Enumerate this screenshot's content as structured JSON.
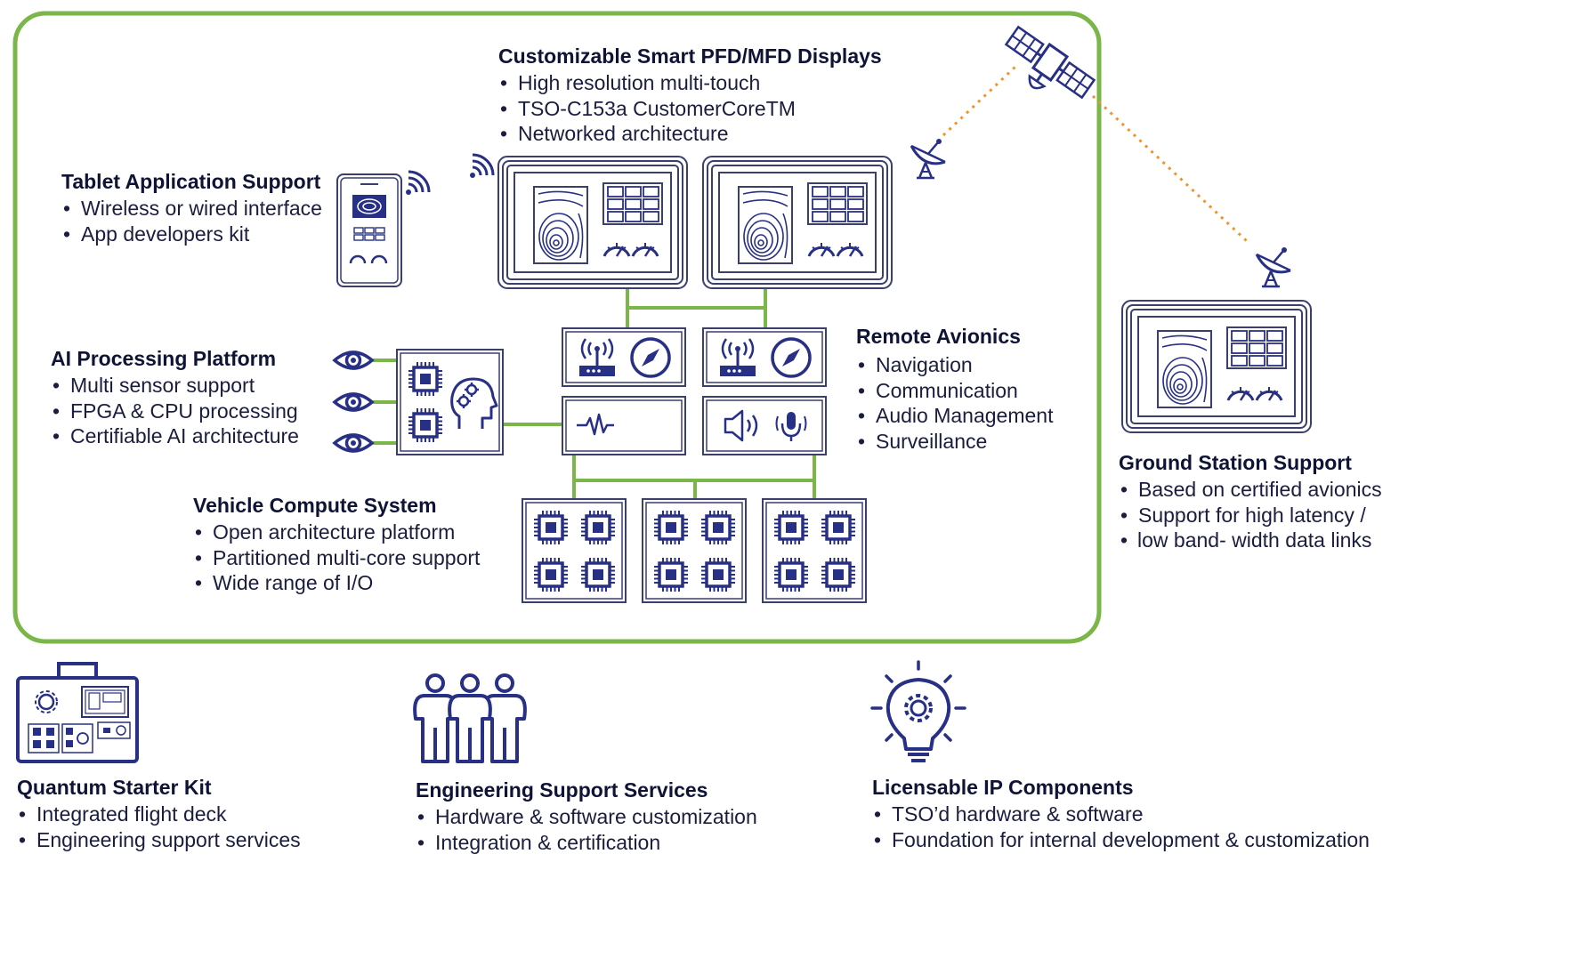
{
  "colors": {
    "navy": "#283085",
    "green": "#7ab648",
    "orange": "#f0932b",
    "frame": "#3a3f6e"
  },
  "icons": {
    "tablet": "tablet-icon",
    "wifi": "wireless-signal-icon",
    "eye": "eye-sensor-icon",
    "chip": "processor-chip-icon",
    "ai_head": "ai-head-gears-icon",
    "router": "router-antenna-icon",
    "compass": "compass-icon",
    "waveform": "signal-waveform-icon",
    "speaker": "speaker-icon",
    "microphone": "microphone-icon",
    "satellite": "satellite-icon",
    "dish": "satellite-dish-icon",
    "toolbox": "toolbox-icon",
    "people": "engineers-group-icon",
    "lightbulb": "lightbulb-gear-icon"
  },
  "displays": {
    "title": "Customizable Smart PFD/MFD Displays",
    "bullets": [
      "High resolution multi-touch",
      "TSO-C153a CustomerCoreTM",
      "Networked architecture"
    ]
  },
  "tablet": {
    "title": "Tablet Application Support",
    "bullets": [
      "Wireless or wired interface",
      "App developers kit"
    ]
  },
  "ai": {
    "title": "AI Processing Platform",
    "bullets": [
      "Multi sensor support",
      "FPGA & CPU processing",
      "Certifiable AI architecture"
    ]
  },
  "remote": {
    "title": "Remote Avionics",
    "bullets": [
      "Navigation",
      "Communication",
      "Audio Management",
      "Surveillance"
    ]
  },
  "vcs": {
    "title": "Vehicle Compute System",
    "bullets": [
      "Open architecture platform",
      "Partitioned multi-core support",
      "Wide range of I/O"
    ]
  },
  "ground": {
    "title": "Ground Station Support",
    "bullets": [
      "Based on certified avionics",
      "Support for high latency /",
      "low band- width data links"
    ]
  },
  "kit": {
    "title": "Quantum Starter Kit",
    "bullets": [
      "Integrated flight deck",
      "Engineering support services"
    ]
  },
  "engineering": {
    "title": "Engineering Support Services",
    "bullets": [
      "Hardware & software customization",
      "Integration & certification"
    ]
  },
  "ip": {
    "title": "Licensable IP Components",
    "bullets": [
      "TSO’d hardware & software",
      "Foundation for internal development & customization"
    ]
  }
}
